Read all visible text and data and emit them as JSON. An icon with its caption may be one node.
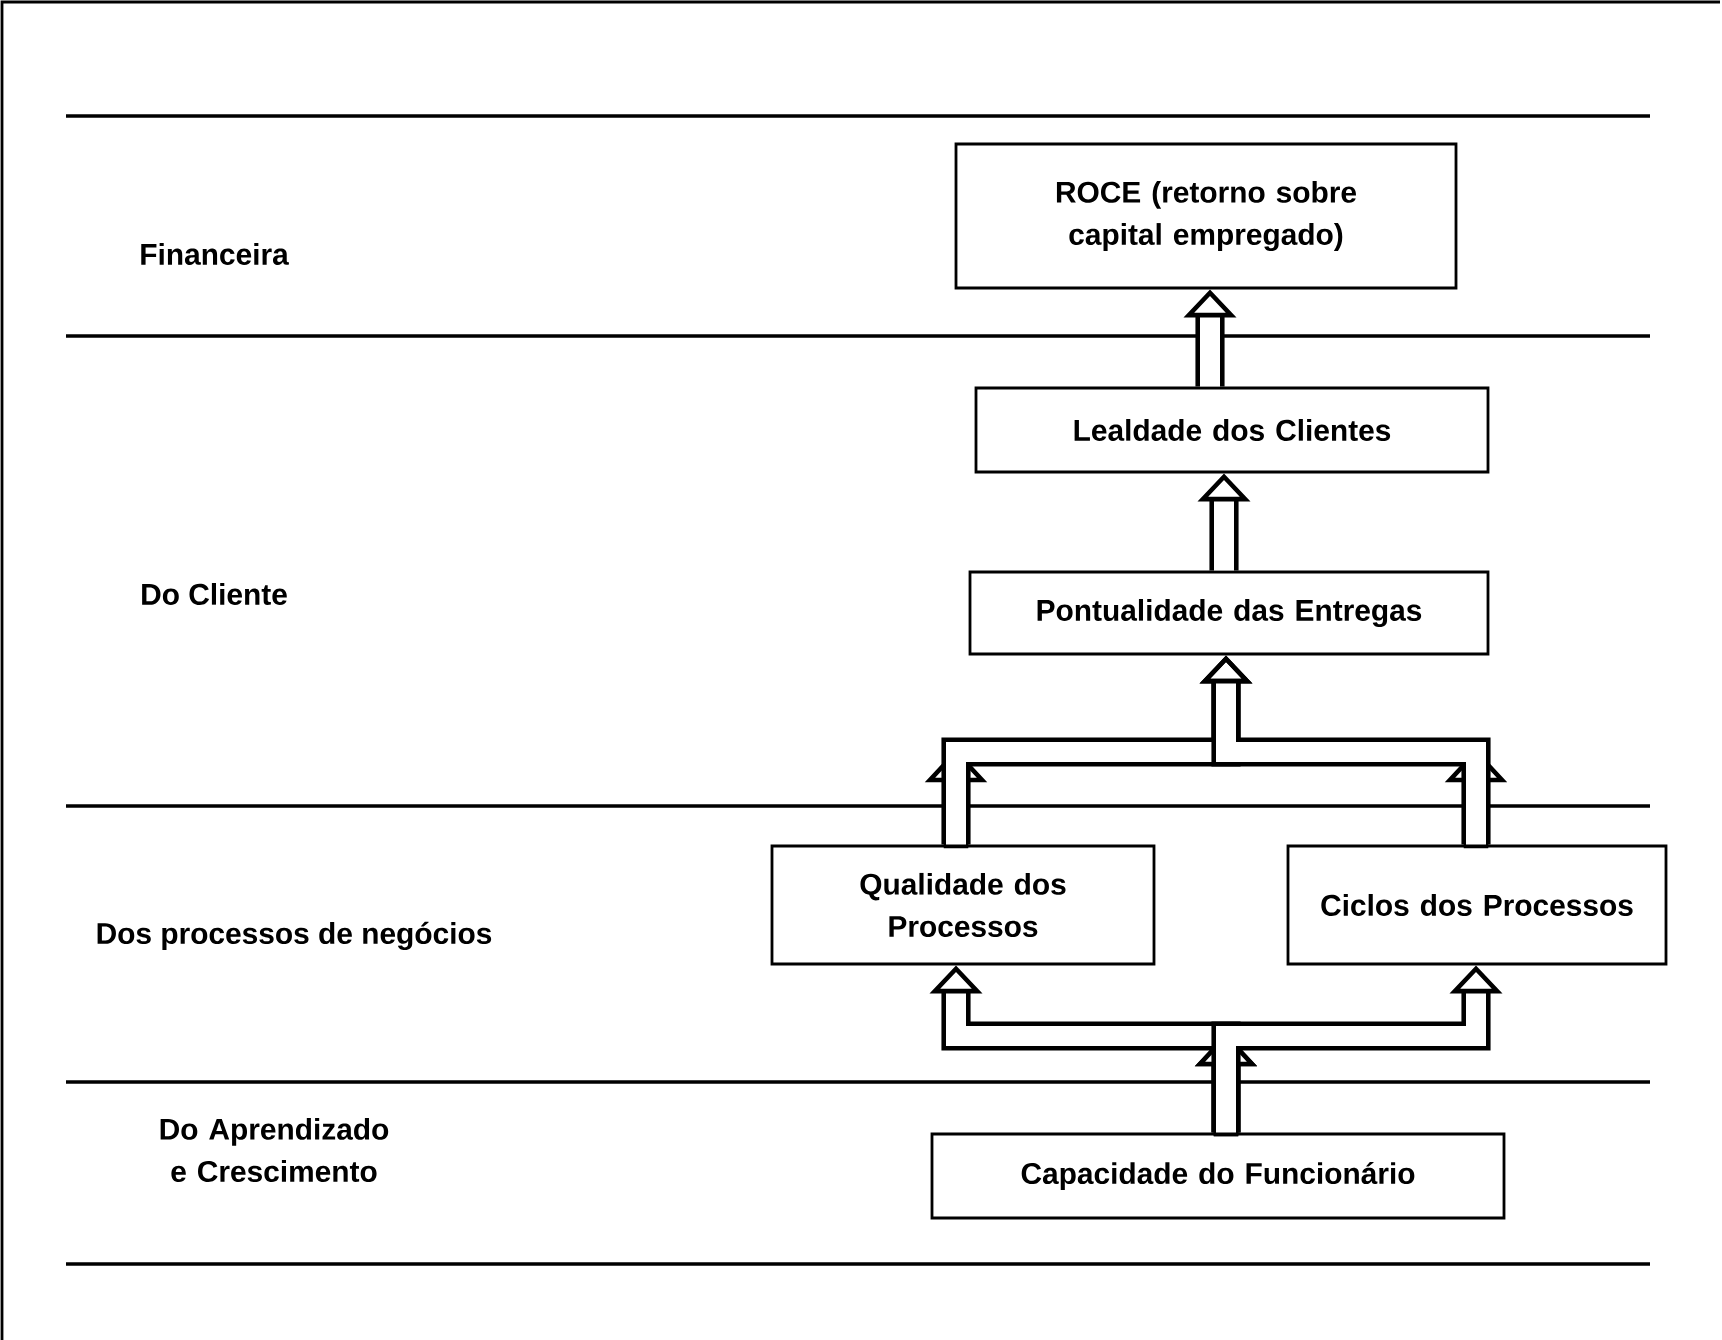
{
  "diagram": {
    "nodes": [
      {
        "text": [
          "ROCE (retorno sobre capital empregado)"
        ]
      },
      {
        "text": [
          "Lealdade dos Clientes"
        ]
      },
      {
        "text": [
          "Pontualidade das Entregas"
        ]
      },
      {
        "text": [
          "Qualidade dos Processos"
        ]
      },
      {
        "text": [
          "Ciclos dos Processos"
        ]
      },
      {
        "text": [
          "Capacidade do Funcionário"
        ]
      }
    ],
    "edges": [
      {
        "from": 1,
        "to": 0,
        "arrow": "to"
      },
      {
        "from": 2,
        "to": 1,
        "arrow": "to"
      },
      {
        "from": 3,
        "to": 2,
        "arrow": "to"
      },
      {
        "from": 4,
        "to": 2,
        "arrow": "to"
      },
      {
        "from": 5,
        "to": 3,
        "arrow": "to"
      },
      {
        "from": 5,
        "to": 4,
        "arrow": "to"
      }
    ],
    "labels": [
      "Financeira",
      "Do Cliente",
      "Dos processos de negócios",
      "Do Aprendizado e Crescimento"
    ]
  }
}
